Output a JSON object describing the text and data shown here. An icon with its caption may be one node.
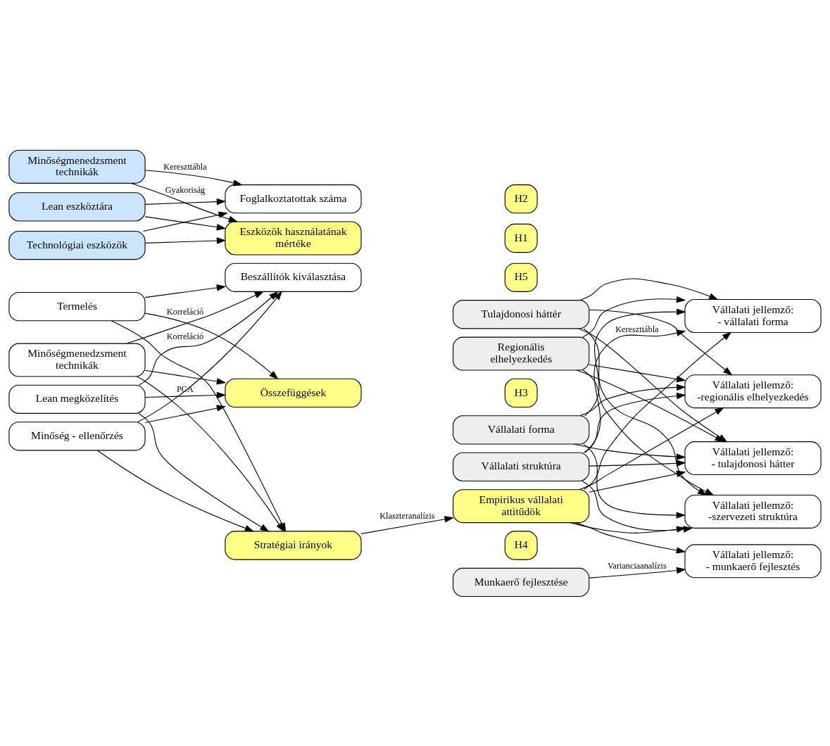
{
  "diagram": {
    "nodes": [
      {
        "text": [
          "Lean megközelítés"
        ]
      },
      {
        "text": [
          "Termelés"
        ]
      },
      {
        "text": [
          "Minőségmenedzsment technikák"
        ]
      },
      {
        "text": [
          "Minőség - ellenőrzés"
        ]
      },
      {
        "text": [
          "Beszállítók kiválasztása"
        ]
      },
      {
        "text": [
          "H5"
        ]
      },
      {
        "text": [
          "Összefüggések"
        ]
      },
      {
        "text": [
          "H3"
        ]
      },
      {
        "text": [
          "Stratégiai irányok"
        ]
      },
      {
        "text": [
          "H4"
        ]
      },
      {
        "text": [
          "Empirikus vállalati attitűdök"
        ]
      },
      {
        "text": [
          "Vállalati forma"
        ]
      },
      {
        "text": [
          "Vállalati struktúra"
        ]
      },
      {
        "text": [
          "Tulajdonosi háttér"
        ]
      },
      {
        "text": [
          "Regionális elhelyezkedés"
        ]
      },
      {
        "text": [
          "Munkaerő fejlesztése"
        ]
      },
      {
        "text": [
          "Vállalati jellemző: - tulajdonosi hátter"
        ]
      },
      {
        "text": [
          "Vállalati jellemző: - vállalati forma"
        ]
      },
      {
        "text": [
          "Vállalati jellemző: -szervezeti struktúra"
        ]
      },
      {
        "text": [
          "Vállalati jellemző: -regionális elhelyezkedés"
        ]
      },
      {
        "text": [
          "Vállalati jellemző: - munkaerő fejlesztés"
        ]
      },
      {
        "text": [
          "Lean eszköztára"
        ]
      },
      {
        "text": [
          "Minőségmenedzsment technikák"
        ]
      },
      {
        "text": [
          "Technológiai eszközök"
        ]
      },
      {
        "text": [
          "Eszközök használatának mértéke"
        ]
      },
      {
        "text": [
          "H1"
        ]
      },
      {
        "text": [
          "Foglalkoztatottak száma"
        ]
      },
      {
        "text": [
          "H2"
        ]
      }
    ],
    "edges": [
      {
        "from": 0,
        "to": 4,
        "arrow": "to",
        "label": "Korreláció"
      },
      {
        "from": 1,
        "to": 4,
        "arrow": "to"
      },
      {
        "from": 2,
        "to": 4,
        "arrow": "to"
      },
      {
        "from": 3,
        "to": 4,
        "arrow": "to"
      },
      {
        "from": 0,
        "to": 6,
        "arrow": "to"
      },
      {
        "from": 1,
        "to": 6,
        "arrow": "to",
        "label": "Korreláció"
      },
      {
        "from": 2,
        "to": 6,
        "arrow": "to"
      },
      {
        "from": 3,
        "to": 6,
        "arrow": "to"
      },
      {
        "from": 0,
        "to": 8,
        "arrow": "to"
      },
      {
        "from": 1,
        "to": 8,
        "arrow": "to"
      },
      {
        "from": 2,
        "to": 8,
        "arrow": "to",
        "label": "PCA"
      },
      {
        "from": 3,
        "to": 8,
        "arrow": "to"
      },
      {
        "from": 8,
        "to": 10,
        "arrow": "to",
        "label": "Klaszteranalízis"
      },
      {
        "from": 10,
        "to": 16,
        "arrow": "to"
      },
      {
        "from": 10,
        "to": 17,
        "arrow": "to"
      },
      {
        "from": 10,
        "to": 18,
        "arrow": "to"
      },
      {
        "from": 10,
        "to": 19,
        "arrow": "to"
      },
      {
        "from": 11,
        "to": 16,
        "arrow": "to"
      },
      {
        "from": 11,
        "to": 17,
        "arrow": "to"
      },
      {
        "from": 11,
        "to": 18,
        "arrow": "to"
      },
      {
        "from": 11,
        "to": 19,
        "arrow": "to"
      },
      {
        "from": 12,
        "to": 16,
        "arrow": "to"
      },
      {
        "from": 12,
        "to": 17,
        "arrow": "to",
        "label": "Kereszttábla"
      },
      {
        "from": 12,
        "to": 18,
        "arrow": "to"
      },
      {
        "from": 12,
        "to": 19,
        "arrow": "to"
      },
      {
        "from": 13,
        "to": 16,
        "arrow": "to"
      },
      {
        "from": 13,
        "to": 17,
        "arrow": "to"
      },
      {
        "from": 13,
        "to": 18,
        "arrow": "to"
      },
      {
        "from": 13,
        "to": 19,
        "arrow": "to"
      },
      {
        "from": 14,
        "to": 16,
        "arrow": "to"
      },
      {
        "from": 14,
        "to": 17,
        "arrow": "to"
      },
      {
        "from": 14,
        "to": 18,
        "arrow": "to"
      },
      {
        "from": 14,
        "to": 19,
        "arrow": "to"
      },
      {
        "from": 10,
        "to": 20,
        "arrow": "to"
      },
      {
        "from": 15,
        "to": 20,
        "arrow": "to",
        "label": "Varianciaanalízis"
      },
      {
        "from": 21,
        "to": 24,
        "arrow": "to"
      },
      {
        "from": 22,
        "to": 24,
        "arrow": "to",
        "label": "Gyakoriság"
      },
      {
        "from": 23,
        "to": 24,
        "arrow": "to"
      },
      {
        "from": 21,
        "to": 26,
        "arrow": "to"
      },
      {
        "from": 22,
        "to": 26,
        "arrow": "to",
        "label": "Kereszttábla"
      },
      {
        "from": 23,
        "to": 26,
        "arrow": "to"
      }
    ]
  }
}
